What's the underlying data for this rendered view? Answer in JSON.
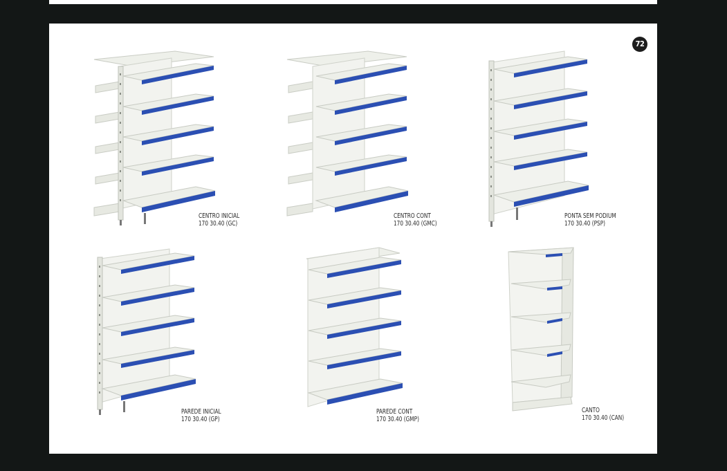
{
  "viewer": {
    "page_number": "72"
  },
  "colors": {
    "viewer_background": "#131716",
    "page_background": "#ffffff",
    "shelf_accent": "#2b4fb3",
    "shelf_body": "#eceee8",
    "badge_background": "#1d1d1d"
  },
  "products": [
    {
      "name": "CENTRO INICIAL",
      "code": "170 30.40 (GC)"
    },
    {
      "name": "CENTRO CONT",
      "code": "170 30.40 (GMC)"
    },
    {
      "name": "PONTA SEM PODIUM",
      "code": "170 30.40 (PSP)"
    },
    {
      "name": "PAREDE INICIAL",
      "code": "170 30.40 (GP)"
    },
    {
      "name": "PAREDE CONT",
      "code": "170 30.40 (GMP)"
    },
    {
      "name": "CANTO",
      "code": "170 30.40 (CAN)"
    }
  ]
}
